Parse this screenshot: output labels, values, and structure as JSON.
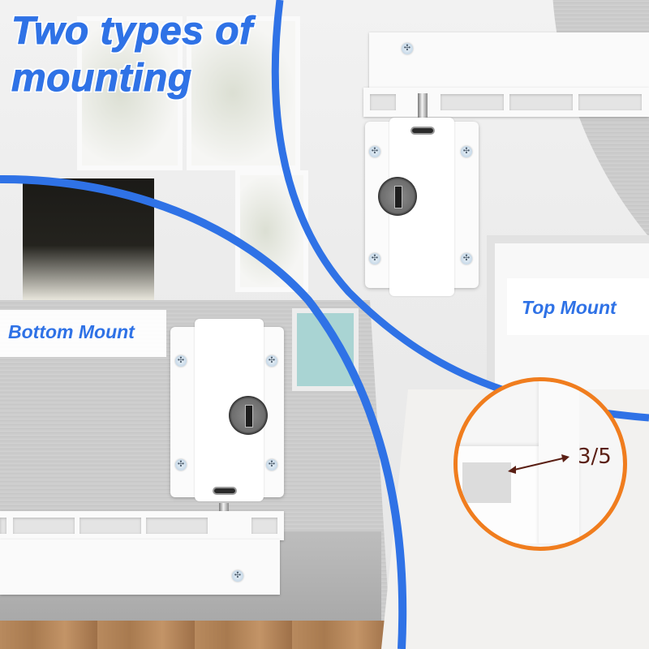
{
  "headline": {
    "line1": "Two types of",
    "line2": "mounting"
  },
  "labels": {
    "bottom_mount": "Bottom Mount",
    "top_mount": "Top Mount"
  },
  "detail_callout": {
    "measurement": "3/5",
    "arrow": "double-headed-arrow"
  },
  "icons": {
    "screw": "✣"
  },
  "colors": {
    "accent_blue": "#2f72e6",
    "callout_orange": "#f07d1e",
    "measure_text": "#5a1f14",
    "label_background": "#ffffff"
  }
}
